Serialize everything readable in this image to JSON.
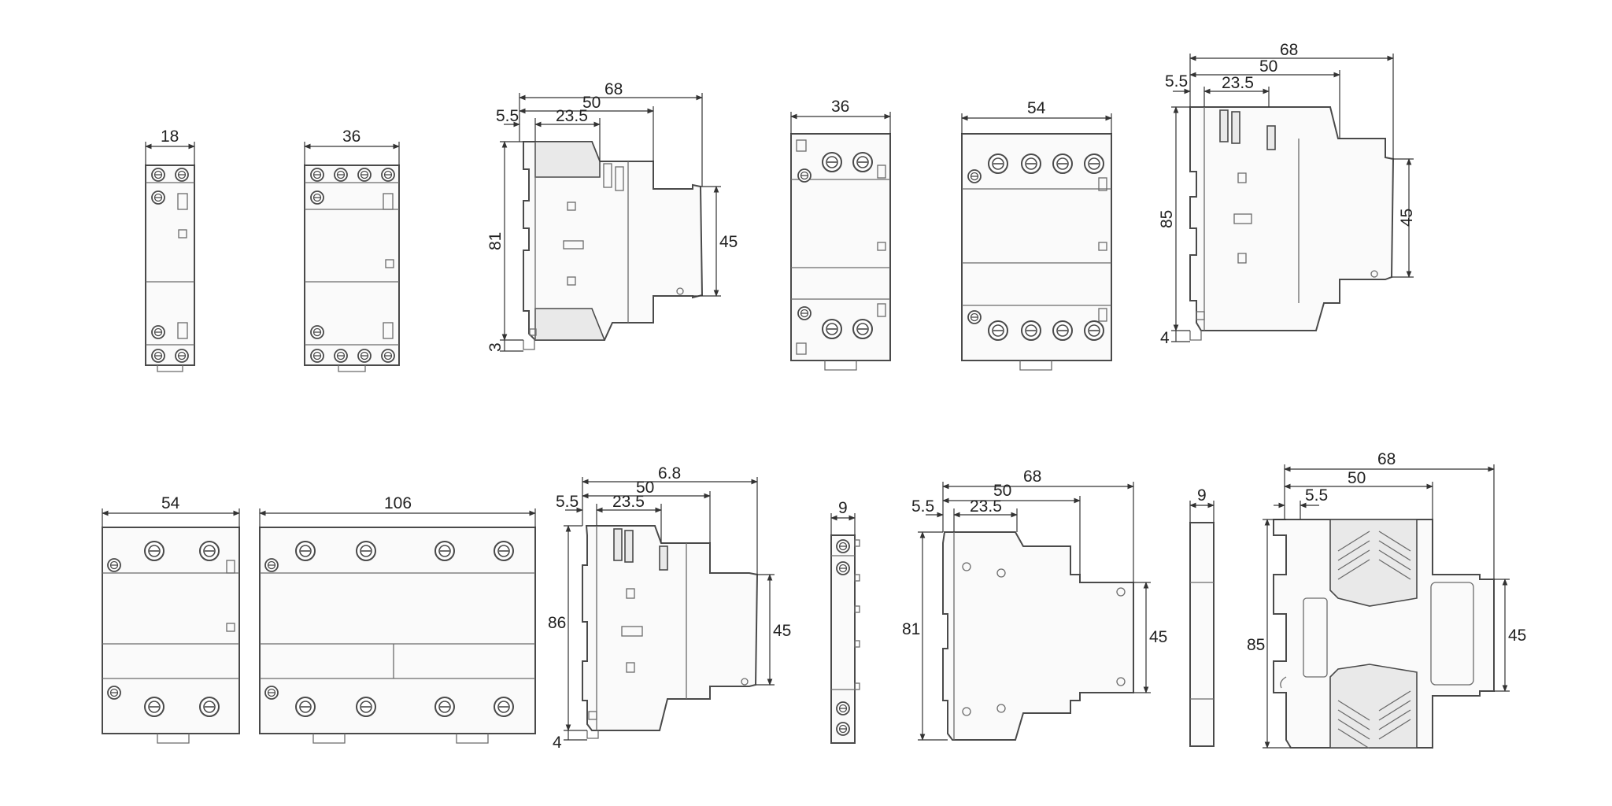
{
  "views": {
    "v1": {
      "width": "18"
    },
    "v2": {
      "width": "36"
    },
    "v3": {
      "d68": "68",
      "d50": "50",
      "d55": "5.5",
      "d235": "23.5",
      "height": "81",
      "rail": "45",
      "foot": "3"
    },
    "v4": {
      "width": "36"
    },
    "v5": {
      "width": "54"
    },
    "v6": {
      "d68": "68",
      "d50": "50",
      "d55": "5.5",
      "d235": "23.5",
      "height": "85",
      "rail": "45",
      "foot": "4"
    },
    "v7": {
      "width": "54"
    },
    "v8": {
      "width": "106"
    },
    "v9": {
      "d68": "6.8",
      "d50": "50",
      "d55": "5.5",
      "d235": "23.5",
      "height": "86",
      "rail": "45",
      "foot": "4"
    },
    "v10": {
      "width": "9"
    },
    "v11": {
      "d68": "68",
      "d50": "50",
      "d55": "5.5",
      "d235": "23.5",
      "height": "81",
      "rail": "45"
    },
    "v12": {
      "width": "9"
    },
    "v13": {
      "d68": "68",
      "d50": "50",
      "d55": "5.5",
      "height": "85",
      "rail": "45"
    }
  }
}
